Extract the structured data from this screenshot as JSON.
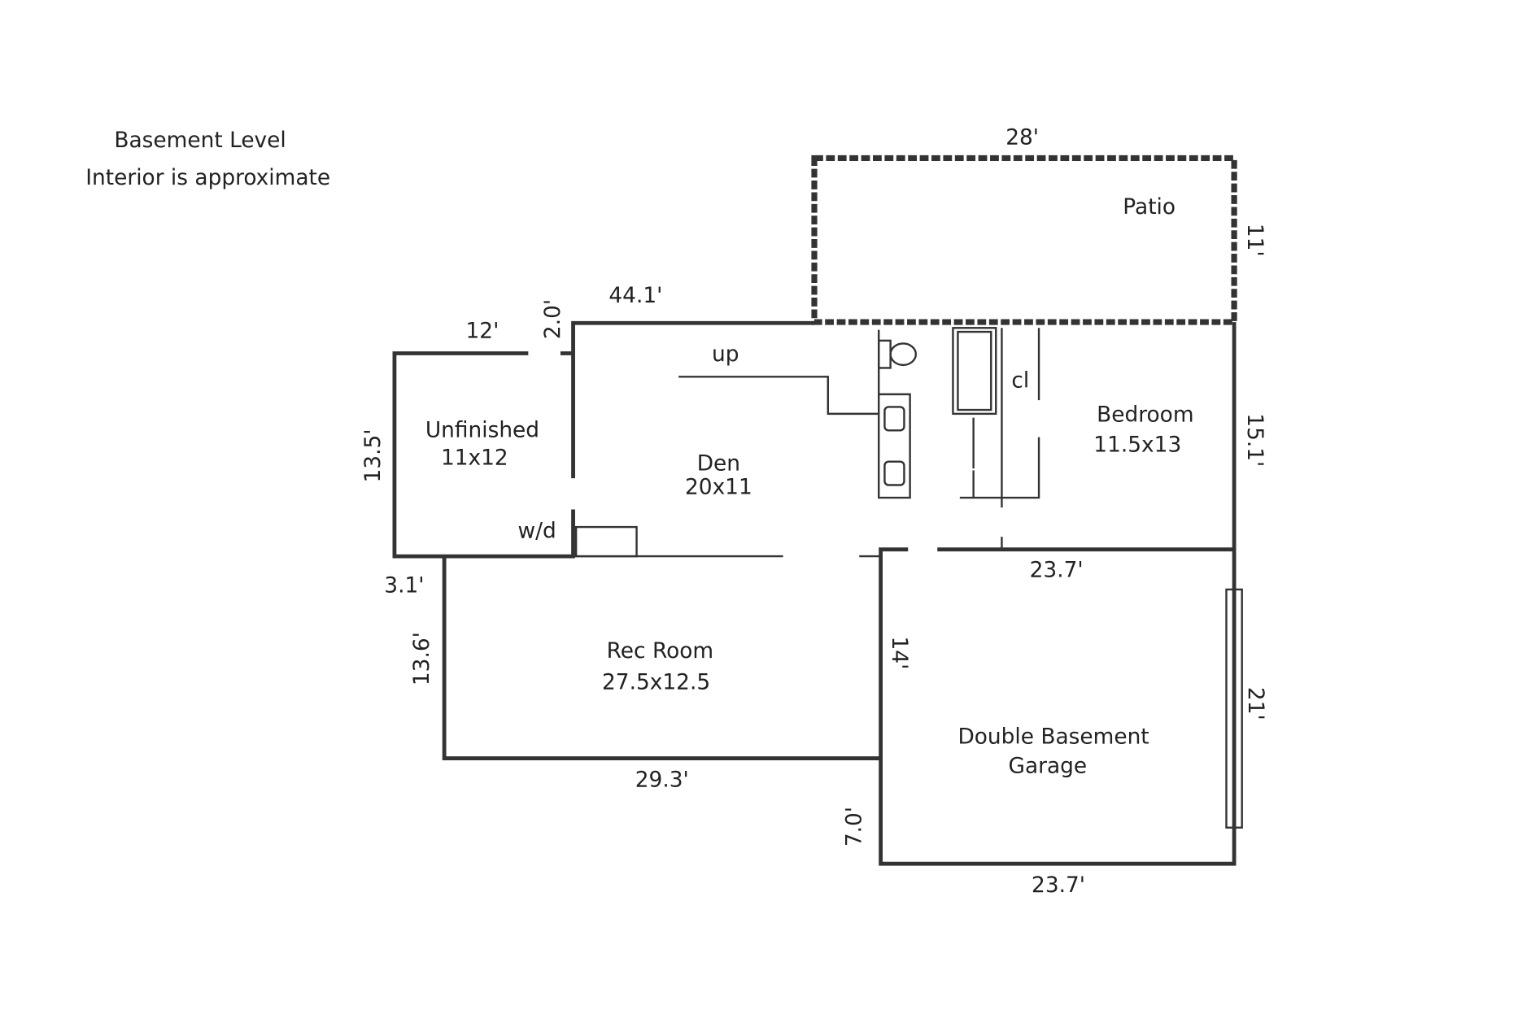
{
  "header": {
    "title": "Basement Level",
    "subtitle": "Interior is approximate"
  },
  "rooms": {
    "patio": {
      "name": "Patio"
    },
    "unfinished": {
      "name": "Unfinished",
      "size": "11x12"
    },
    "den": {
      "name": "Den",
      "size": "20x11"
    },
    "bedroom": {
      "name": "Bedroom",
      "size": "11.5x13"
    },
    "rec": {
      "name": "Rec Room",
      "size": "27.5x12.5"
    },
    "garage": {
      "name": "Double Basement",
      "name2": "Garage"
    }
  },
  "labels": {
    "up": "up",
    "closet": "cl",
    "wd": "w/d"
  },
  "dimensions": {
    "patio_w": "28'",
    "patio_h": "11'",
    "top": "44.1'",
    "step": "2.0'",
    "unf_w": "12'",
    "unf_h": "13.5'",
    "bed_h": "15.1'",
    "mid": "23.7'",
    "offset": "3.1'",
    "rec_h": "13.6'",
    "rec_w": "29.3'",
    "gar_h1": "14'",
    "gar_h2": "21'",
    "gar_off": "7.0'",
    "gar_w": "23.7'"
  }
}
